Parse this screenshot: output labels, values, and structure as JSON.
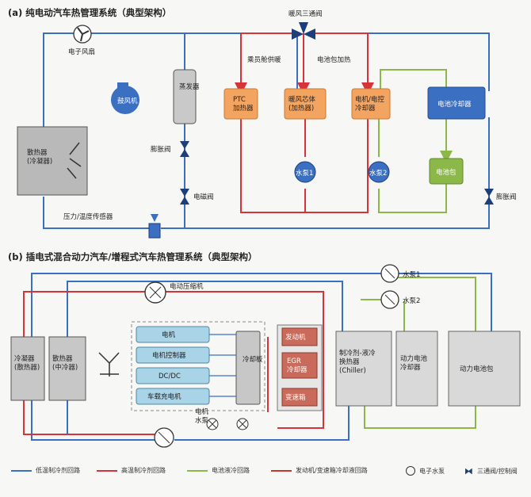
{
  "part_a": {
    "title": "(a) 纯电动汽车热管理系统（典型架构）",
    "labels": {
      "fan": "电子风扇",
      "threeway": "暖风三通阀",
      "cabin": "乘员舱供暖",
      "battery_heat": "电池包加热",
      "blower": "鼓风机",
      "evaporator": "蒸发器",
      "ptc": "PTC\n加热器",
      "heater_core": "暖风芯体\n(加热器)",
      "motor_cooler": "电机/电控\n冷却器",
      "battery_cooler": "电池冷却器",
      "radiator": "散热器\n(冷凝器)",
      "pump1": "水泵1",
      "pump2": "水泵2",
      "battery_pack": "电池包",
      "expansion_valve": "膨胀阀",
      "solenoid": "电磁阀",
      "sensor": "压力/温度传感器",
      "expansion_valve_right": "膨胀阀"
    }
  },
  "part_b": {
    "title": "(b) 插电式混合动力汽车/增程式汽车热管理系统（典型架构）",
    "labels": {
      "compressor": "电动压缩机",
      "pump1": "水泵1",
      "pump2": "水泵2",
      "condenser": "冷凝器\n(散热器)",
      "intercooler": "散热器\n(中冷器)",
      "motor": "电机",
      "motor_ctrl": "电机控制器",
      "dcdc": "DC/DC",
      "charger": "车载充电机",
      "cooling_plate": "冷却板",
      "engine": "发动机",
      "egr": "EGR\n冷却器",
      "gearbox": "变速箱",
      "chiller": "制冷剂-液冷\n换热器\n(Chiller)",
      "battery_cooler": "动力电池\n冷却器",
      "battery_pack": "动力电池包",
      "motor_pump": "电机\n水泵"
    }
  },
  "legend": [
    {
      "label": "低温制冷剂回路",
      "color": "#3a6fc4",
      "kind": "line"
    },
    {
      "label": "高温制冷剂回路",
      "color": "#d9333a",
      "kind": "line"
    },
    {
      "label": "电池液冷回路",
      "color": "#8cb84a",
      "kind": "line"
    },
    {
      "label": "发动机/变速箱冷却液回路",
      "color": "#c0392b",
      "kind": "line"
    },
    {
      "label": "电子水泵",
      "icon": "pump-icon",
      "kind": "icon"
    },
    {
      "label": "三通阀/控制阀",
      "icon": "valve-icon",
      "kind": "icon"
    }
  ]
}
